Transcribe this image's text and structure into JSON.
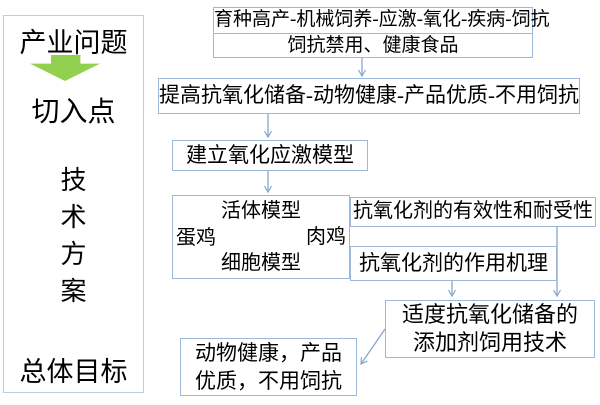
{
  "colors": {
    "background": "#ffffff",
    "text": "#000000",
    "box_border": "#9db8d9",
    "connector": "#87a6cf",
    "green_arrow": "#92d050"
  },
  "sidebar": {
    "industry_problem": "产业问题",
    "entry_point": "切入点",
    "tech_plan_chars": [
      "技",
      "术",
      "方",
      "案"
    ],
    "overall_goal": "总体目标",
    "down_arrow_icon": "green-down-arrow"
  },
  "flow": {
    "problem_line1": "育种高产-机械饲养-应激-氧化-疾病-饲抗",
    "problem_line2": "饲抗禁用、健康食品",
    "strategy": "提高抗氧化储备-动物健康-产品优质-不用饲抗",
    "model_build": "建立氧化应激模型",
    "live_model": "活体模型",
    "cell_model": "细胞模型",
    "layer_hen": "蛋鸡",
    "broiler": "肉鸡",
    "efficacy": "抗氧化剂的有效性和耐受性",
    "mechanism": "抗氧化剂的作用机理",
    "tech_line1": "适度抗氧化储备的",
    "tech_line2": "添加剂饲用技术",
    "goal_line1": "动物健康，产品",
    "goal_line2": "优质，不用饲抗"
  }
}
